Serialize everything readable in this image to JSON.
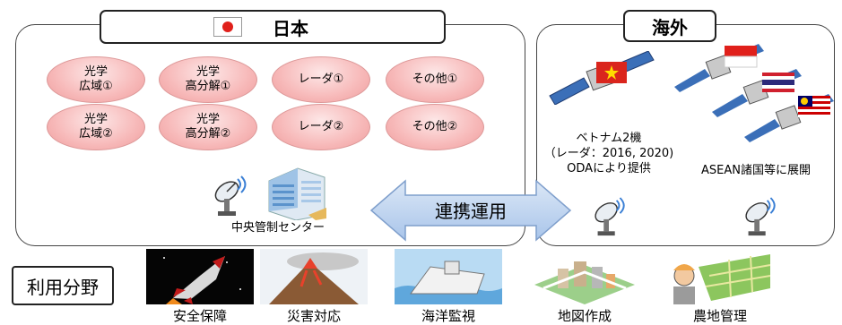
{
  "japan": {
    "title": "日本",
    "satellites": [
      {
        "label": "光学\n広域①"
      },
      {
        "label": "光学\n高分解①"
      },
      {
        "label": "レーダ①"
      },
      {
        "label": "その他①"
      },
      {
        "label": "光学\n広域②"
      },
      {
        "label": "光学\n高分解②"
      },
      {
        "label": "レーダ②"
      },
      {
        "label": "その他②"
      }
    ],
    "center_label": "中央管制センター"
  },
  "overseas": {
    "title": "海外",
    "vietnam_caption": "ベトナム2機\n（レーダ：2016, 2020)\nODAにより提供",
    "asean_caption": "ASEAN諸国等に展開"
  },
  "link_label": "連携運用",
  "uses": {
    "title": "利用分野",
    "items": [
      {
        "label": "安全保障",
        "icon": "rocket-icon"
      },
      {
        "label": "災害対応",
        "icon": "volcano-icon"
      },
      {
        "label": "海洋監視",
        "icon": "ship-icon"
      },
      {
        "label": "地図作成",
        "icon": "city-map-icon"
      },
      {
        "label": "農地管理",
        "icon": "farmer-icon"
      }
    ]
  },
  "colors": {
    "oval": "#f7b9b9",
    "arrow": "#bcd3ee",
    "flag_red": "#e0201b"
  }
}
